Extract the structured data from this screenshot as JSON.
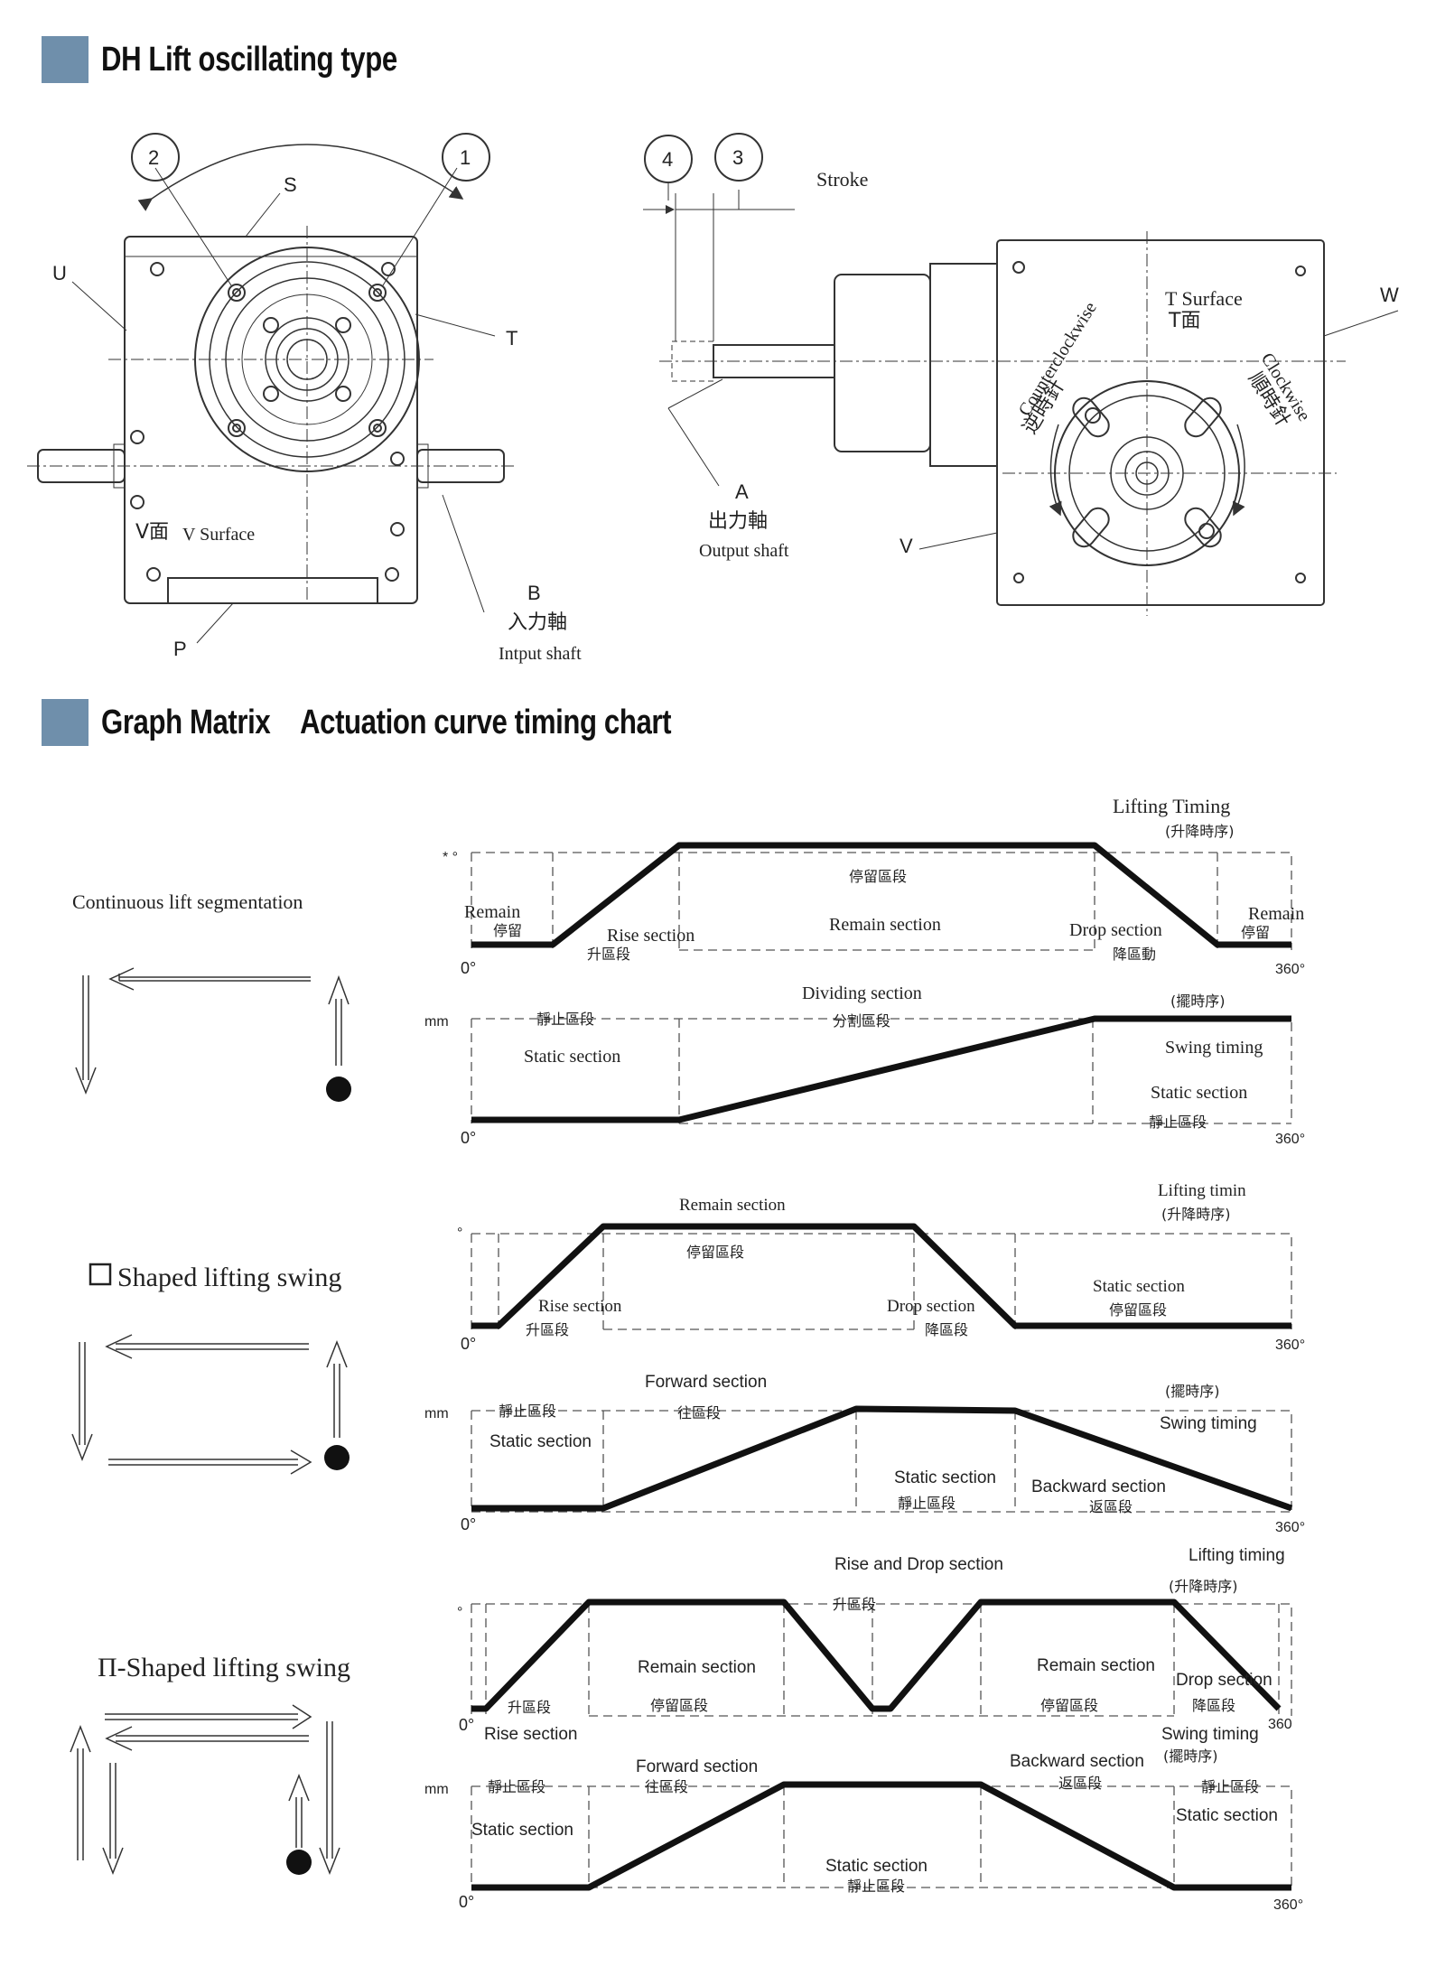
{
  "sections": {
    "lift_title": "DH Lift oscillating type",
    "graph_matrix": "Graph Matrix",
    "timing_chart": "Actuation curve timing chart"
  },
  "diagram_labels": {
    "c1": "1",
    "c2": "2",
    "c3": "3",
    "c4": "4",
    "S": "S",
    "U": "U",
    "T": "T",
    "P": "P",
    "B": "B",
    "A": "A",
    "V": "V",
    "W": "W",
    "v_face": "V面",
    "v_surface": "V Surface",
    "input_cn": "入力軸",
    "input_en": "Intput shaft",
    "stroke": "Stroke",
    "output_cn": "出力軸",
    "output_en": "Output shaft",
    "t_surface": "T Surface",
    "t_face": "T面",
    "counterclockwise": "Counterclockwise",
    "counterclockwise_cn": "逆時針",
    "clockwise": "Clockwise",
    "clockwise_cn": "順時針"
  },
  "rows": [
    {
      "name": "Continuous lift segmentation",
      "lift": {
        "header_en": "Lifting Timing",
        "header_cn": "(升降時序)",
        "axis_top": "* °",
        "axis_start": "0°",
        "axis_end": "360°",
        "labels": [
          "Remain",
          "停留",
          "Rise section",
          "升區段",
          "停留區段",
          "Remain section",
          "Drop section",
          "降區動",
          "Remain",
          "停留"
        ]
      },
      "swing": {
        "header_en": "Dividing section",
        "header_cn": "(擺時序)",
        "unit": "mm",
        "axis_start": "0°",
        "axis_end": "360°",
        "labels": [
          "靜止區段",
          "Static section",
          "分割區段",
          "Swing timing",
          "Static section",
          "靜止區段"
        ]
      }
    },
    {
      "name": "Shaped lifting swing",
      "lift": {
        "header_en": "Lifting timin",
        "header_cn": "(升降時序)",
        "axis_top": "°",
        "axis_start": "0°",
        "axis_end": "360°",
        "labels": [
          "Remain section",
          "停留區段",
          "Rise section",
          "升區段",
          "Drop section",
          "降區段",
          "Static section",
          "停留區段"
        ]
      },
      "swing": {
        "header_en": "Forward section",
        "header_cn": "(擺時序)",
        "unit": "mm",
        "axis_start": "0°",
        "axis_end": "360°",
        "labels": [
          "靜止區段",
          "往區段",
          "Static section",
          "Swing timing",
          "Static section",
          "靜止區段",
          "Backward section",
          "返區段"
        ]
      }
    },
    {
      "name": "Π-Shaped lifting swing",
      "lift": {
        "header_en": "Rise and Drop section",
        "header_cn": "(升降時序)",
        "axis_top": "°",
        "axis_start": "0°",
        "axis_end": "360",
        "labels": [
          "升區段",
          "Lifting timing",
          "Remain section",
          "停留區段",
          "Remain section",
          "停留區段",
          "Drop section",
          "降區段",
          "升區段",
          "Rise section"
        ]
      },
      "swing": {
        "header_en": "Swing timing",
        "header_cn": "(擺時序)",
        "unit": "mm",
        "axis_start": "0°",
        "axis_end": "360°",
        "labels": [
          "靜止區段",
          "Forward section",
          "往區段",
          "Backward section",
          "返區段",
          "靜止區段",
          "Static section",
          "Static section",
          "Static section",
          "靜止區段"
        ]
      }
    }
  ]
}
